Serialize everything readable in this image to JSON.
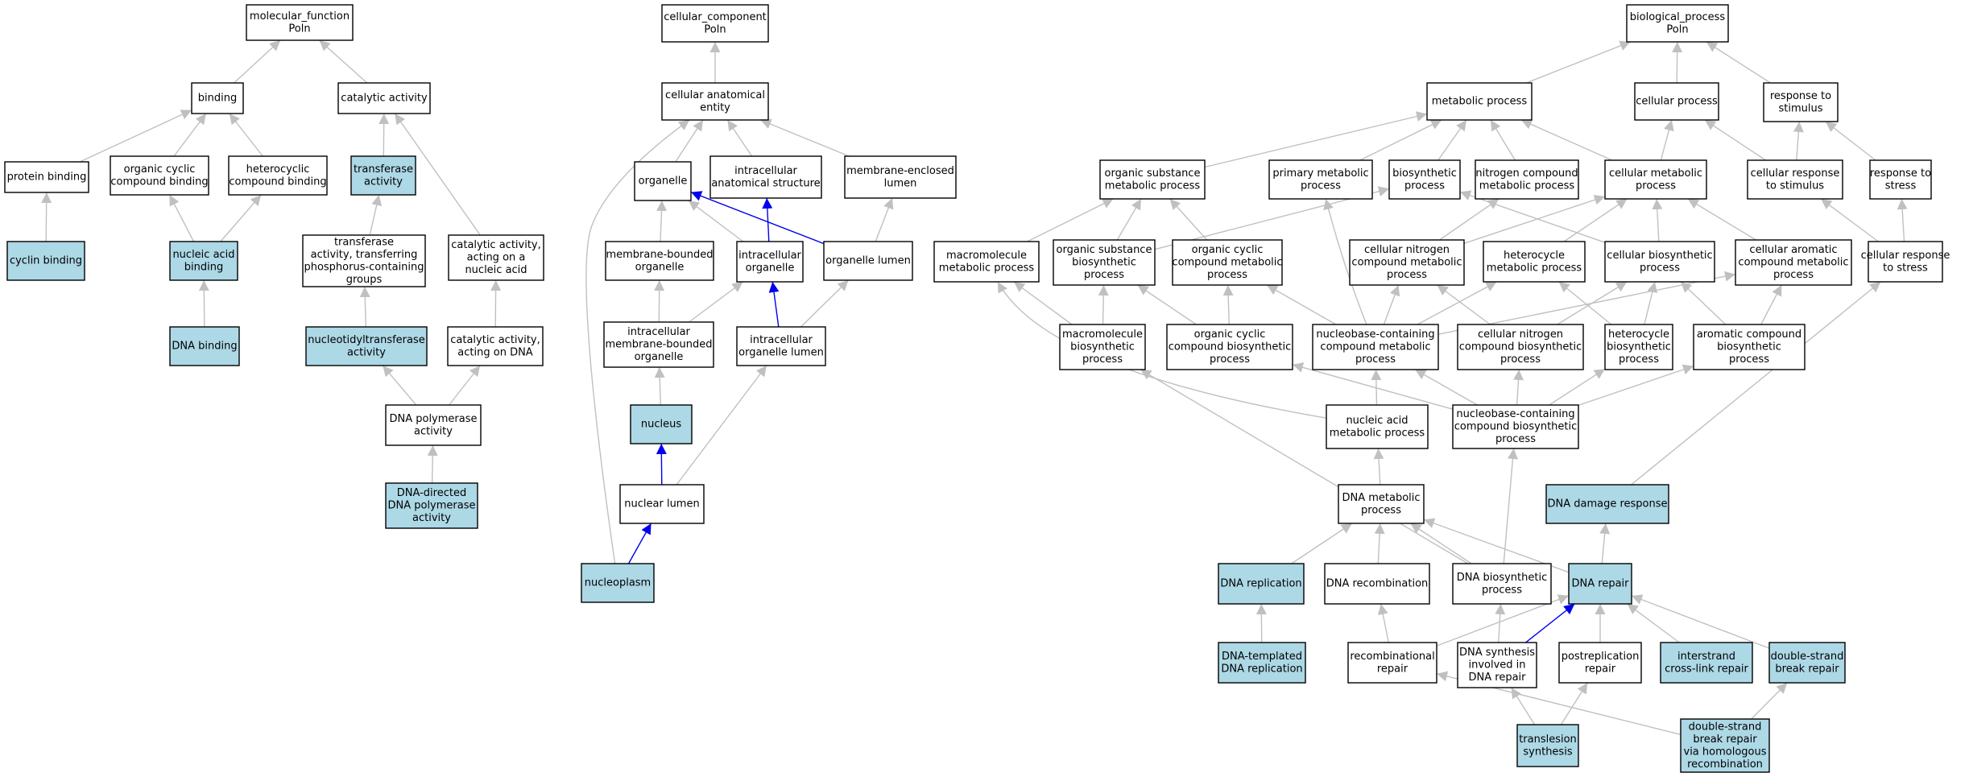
{
  "colors": {
    "background": "#ffffff",
    "node_default": "#ffffff",
    "node_highlight": "#add8e6",
    "edge_default": "#c0c0c0",
    "edge_highlight": "#0000ee",
    "node_border": "#000000"
  },
  "nodes": [
    {
      "id": "mf",
      "lines": [
        "molecular_function",
        "Poln"
      ],
      "hl": false
    },
    {
      "id": "binding",
      "lines": [
        "binding"
      ],
      "hl": false
    },
    {
      "id": "catact",
      "lines": [
        "catalytic activity"
      ],
      "hl": false
    },
    {
      "id": "protbind",
      "lines": [
        "protein binding"
      ],
      "hl": false
    },
    {
      "id": "orgcycbind",
      "lines": [
        "organic cyclic",
        "compound binding"
      ],
      "hl": false
    },
    {
      "id": "hetcycbind",
      "lines": [
        "heterocyclic",
        "compound binding"
      ],
      "hl": false
    },
    {
      "id": "transfact",
      "lines": [
        "transferase",
        "activity"
      ],
      "hl": true
    },
    {
      "id": "cyclinbind",
      "lines": [
        "cyclin binding"
      ],
      "hl": true
    },
    {
      "id": "nucacidbind",
      "lines": [
        "nucleic acid",
        "binding"
      ],
      "hl": true
    },
    {
      "id": "transphos",
      "lines": [
        "transferase",
        "activity, transferring",
        "phosphorus-containing",
        "groups"
      ],
      "hl": false
    },
    {
      "id": "catnuc",
      "lines": [
        "catalytic activity,",
        "acting on a",
        "nucleic acid"
      ],
      "hl": false
    },
    {
      "id": "dnabind",
      "lines": [
        "DNA binding"
      ],
      "hl": true
    },
    {
      "id": "nucltrans",
      "lines": [
        "nucleotidyltransferase",
        "activity"
      ],
      "hl": true
    },
    {
      "id": "catdna",
      "lines": [
        "catalytic activity,",
        "acting on DNA"
      ],
      "hl": false
    },
    {
      "id": "dnapol",
      "lines": [
        "DNA polymerase",
        "activity"
      ],
      "hl": false
    },
    {
      "id": "dnadirpol",
      "lines": [
        "DNA-directed",
        "DNA polymerase",
        "activity"
      ],
      "hl": true
    },
    {
      "id": "cc",
      "lines": [
        "cellular_component",
        "Poln"
      ],
      "hl": false
    },
    {
      "id": "cellanat",
      "lines": [
        "cellular anatomical",
        "entity"
      ],
      "hl": false
    },
    {
      "id": "organelle",
      "lines": [
        "organelle"
      ],
      "hl": false
    },
    {
      "id": "intraanat",
      "lines": [
        "intracellular",
        "anatomical structure"
      ],
      "hl": false
    },
    {
      "id": "memencl",
      "lines": [
        "membrane-enclosed",
        "lumen"
      ],
      "hl": false
    },
    {
      "id": "membbound",
      "lines": [
        "membrane-bounded",
        "organelle"
      ],
      "hl": false
    },
    {
      "id": "intraorg",
      "lines": [
        "intracellular",
        "organelle"
      ],
      "hl": false
    },
    {
      "id": "orglumen",
      "lines": [
        "organelle lumen"
      ],
      "hl": false
    },
    {
      "id": "intramemb",
      "lines": [
        "intracellular",
        "membrane-bounded",
        "organelle"
      ],
      "hl": false
    },
    {
      "id": "intraorglumen",
      "lines": [
        "intracellular",
        "organelle lumen"
      ],
      "hl": false
    },
    {
      "id": "nucleus",
      "lines": [
        "nucleus"
      ],
      "hl": true
    },
    {
      "id": "nuclumen",
      "lines": [
        "nuclear lumen"
      ],
      "hl": false
    },
    {
      "id": "nucleoplasm",
      "lines": [
        "nucleoplasm"
      ],
      "hl": true
    },
    {
      "id": "bp",
      "lines": [
        "biological_process",
        "Poln"
      ],
      "hl": false
    },
    {
      "id": "metproc",
      "lines": [
        "metabolic process"
      ],
      "hl": false
    },
    {
      "id": "cellproc",
      "lines": [
        "cellular process"
      ],
      "hl": false
    },
    {
      "id": "respstim",
      "lines": [
        "response to",
        "stimulus"
      ],
      "hl": false
    },
    {
      "id": "orgsubmet",
      "lines": [
        "organic substance",
        "metabolic process"
      ],
      "hl": false
    },
    {
      "id": "primmet",
      "lines": [
        "primary metabolic",
        "process"
      ],
      "hl": false
    },
    {
      "id": "biosyn",
      "lines": [
        "biosynthetic",
        "process"
      ],
      "hl": false
    },
    {
      "id": "nitromet",
      "lines": [
        "nitrogen compound",
        "metabolic process"
      ],
      "hl": false
    },
    {
      "id": "cellmet",
      "lines": [
        "cellular metabolic",
        "process"
      ],
      "hl": false
    },
    {
      "id": "cellresp",
      "lines": [
        "cellular response",
        "to stimulus"
      ],
      "hl": false
    },
    {
      "id": "respstress",
      "lines": [
        "response to",
        "stress"
      ],
      "hl": false
    },
    {
      "id": "macromet",
      "lines": [
        "macromolecule",
        "metabolic process"
      ],
      "hl": false
    },
    {
      "id": "orgsubbio",
      "lines": [
        "organic substance",
        "biosynthetic",
        "process"
      ],
      "hl": false
    },
    {
      "id": "orgcycmet",
      "lines": [
        "organic cyclic",
        "compound metabolic",
        "process"
      ],
      "hl": false
    },
    {
      "id": "cellnitromet",
      "lines": [
        "cellular nitrogen",
        "compound metabolic",
        "process"
      ],
      "hl": false
    },
    {
      "id": "hetcycmet",
      "lines": [
        "heterocycle",
        "metabolic process"
      ],
      "hl": false
    },
    {
      "id": "cellbio",
      "lines": [
        "cellular biosynthetic",
        "process"
      ],
      "hl": false
    },
    {
      "id": "cellarom",
      "lines": [
        "cellular aromatic",
        "compound metabolic",
        "process"
      ],
      "hl": false
    },
    {
      "id": "cellrespstress",
      "lines": [
        "cellular response",
        "to stress"
      ],
      "hl": false
    },
    {
      "id": "macrobio",
      "lines": [
        "macromolecule",
        "biosynthetic",
        "process"
      ],
      "hl": false
    },
    {
      "id": "orgcycbio",
      "lines": [
        "organic cyclic",
        "compound biosynthetic",
        "process"
      ],
      "hl": false
    },
    {
      "id": "nucbasemet",
      "lines": [
        "nucleobase-containing",
        "compound metabolic",
        "process"
      ],
      "hl": false
    },
    {
      "id": "cellnitrobio",
      "lines": [
        "cellular nitrogen",
        "compound biosynthetic",
        "process"
      ],
      "hl": false
    },
    {
      "id": "hetcycbio",
      "lines": [
        "heterocycle",
        "biosynthetic",
        "process"
      ],
      "hl": false
    },
    {
      "id": "arombio",
      "lines": [
        "aromatic compound",
        "biosynthetic",
        "process"
      ],
      "hl": false
    },
    {
      "id": "nucacidmet",
      "lines": [
        "nucleic acid",
        "metabolic process"
      ],
      "hl": false
    },
    {
      "id": "nucbasebio",
      "lines": [
        "nucleobase-containing",
        "compound biosynthetic",
        "process"
      ],
      "hl": false
    },
    {
      "id": "dnamet",
      "lines": [
        "DNA metabolic",
        "process"
      ],
      "hl": false
    },
    {
      "id": "dnadamage",
      "lines": [
        "DNA damage response"
      ],
      "hl": true
    },
    {
      "id": "dnarepl",
      "lines": [
        "DNA replication"
      ],
      "hl": true
    },
    {
      "id": "dnarecomb",
      "lines": [
        "DNA recombination"
      ],
      "hl": false
    },
    {
      "id": "dnabio",
      "lines": [
        "DNA biosynthetic",
        "process"
      ],
      "hl": false
    },
    {
      "id": "dnarepair",
      "lines": [
        "DNA repair"
      ],
      "hl": true
    },
    {
      "id": "dnatempl",
      "lines": [
        "DNA-templated",
        "DNA replication"
      ],
      "hl": true
    },
    {
      "id": "recombrepair",
      "lines": [
        "recombinational",
        "repair"
      ],
      "hl": false
    },
    {
      "id": "dnasynth",
      "lines": [
        "DNA synthesis",
        "involved in",
        "DNA repair"
      ],
      "hl": false
    },
    {
      "id": "postrepl",
      "lines": [
        "postreplication",
        "repair"
      ],
      "hl": false
    },
    {
      "id": "interstrand",
      "lines": [
        "interstrand",
        "cross-link repair"
      ],
      "hl": true
    },
    {
      "id": "dsbrepair",
      "lines": [
        "double-strand",
        "break repair"
      ],
      "hl": true
    },
    {
      "id": "translesion",
      "lines": [
        "translesion",
        "synthesis"
      ],
      "hl": true
    },
    {
      "id": "dsbhomol",
      "lines": [
        "double-strand",
        "break repair",
        "via homologous",
        "recombination"
      ],
      "hl": true
    }
  ],
  "edges": [
    {
      "from": "binding",
      "to": "mf",
      "hl": false
    },
    {
      "from": "catact",
      "to": "mf",
      "hl": false
    },
    {
      "from": "protbind",
      "to": "binding",
      "hl": false
    },
    {
      "from": "orgcycbind",
      "to": "binding",
      "hl": false
    },
    {
      "from": "hetcycbind",
      "to": "binding",
      "hl": false
    },
    {
      "from": "transfact",
      "to": "catact",
      "hl": false
    },
    {
      "from": "catnuc",
      "to": "catact",
      "hl": false
    },
    {
      "from": "cyclinbind",
      "to": "protbind",
      "hl": false
    },
    {
      "from": "nucacidbind",
      "to": "orgcycbind",
      "hl": false
    },
    {
      "from": "nucacidbind",
      "to": "hetcycbind",
      "hl": false
    },
    {
      "from": "transphos",
      "to": "transfact",
      "hl": false
    },
    {
      "from": "dnabind",
      "to": "nucacidbind",
      "hl": false
    },
    {
      "from": "nucltrans",
      "to": "transphos",
      "hl": false
    },
    {
      "from": "catdna",
      "to": "catnuc",
      "hl": false
    },
    {
      "from": "dnapol",
      "to": "nucltrans",
      "hl": false
    },
    {
      "from": "dnapol",
      "to": "catdna",
      "hl": false
    },
    {
      "from": "dnadirpol",
      "to": "dnapol",
      "hl": false
    },
    {
      "from": "cellanat",
      "to": "cc",
      "hl": false
    },
    {
      "from": "organelle",
      "to": "cellanat",
      "hl": false
    },
    {
      "from": "intraanat",
      "to": "cellanat",
      "hl": false
    },
    {
      "from": "memencl",
      "to": "cellanat",
      "hl": false
    },
    {
      "from": "nucleoplasm",
      "to": "cellanat",
      "hl": false,
      "via": [
        [
          712,
          340
        ],
        [
          758,
          220
        ]
      ]
    },
    {
      "from": "membbound",
      "to": "organelle",
      "hl": false
    },
    {
      "from": "intraorg",
      "to": "organelle",
      "hl": false
    },
    {
      "from": "orglumen",
      "to": "organelle",
      "hl": true
    },
    {
      "from": "intraorg",
      "to": "intraanat",
      "hl": true
    },
    {
      "from": "orglumen",
      "to": "memencl",
      "hl": false
    },
    {
      "from": "intramemb",
      "to": "membbound",
      "hl": false
    },
    {
      "from": "intramemb",
      "to": "intraorg",
      "hl": false
    },
    {
      "from": "intraorglumen",
      "to": "intraorg",
      "hl": true
    },
    {
      "from": "intraorglumen",
      "to": "orglumen",
      "hl": false
    },
    {
      "from": "nucleus",
      "to": "intramemb",
      "hl": false
    },
    {
      "from": "nuclumen",
      "to": "nucleus",
      "hl": true
    },
    {
      "from": "nuclumen",
      "to": "intraorglumen",
      "hl": false
    },
    {
      "from": "nucleoplasm",
      "to": "nuclumen",
      "hl": true
    },
    {
      "from": "metproc",
      "to": "bp",
      "hl": false
    },
    {
      "from": "cellproc",
      "to": "bp",
      "hl": false
    },
    {
      "from": "respstim",
      "to": "bp",
      "hl": false
    },
    {
      "from": "orgsubmet",
      "to": "metproc",
      "hl": false
    },
    {
      "from": "primmet",
      "to": "metproc",
      "hl": false
    },
    {
      "from": "biosyn",
      "to": "metproc",
      "hl": false
    },
    {
      "from": "nitromet",
      "to": "metproc",
      "hl": false
    },
    {
      "from": "cellmet",
      "to": "metproc",
      "hl": false
    },
    {
      "from": "cellmet",
      "to": "cellproc",
      "hl": false
    },
    {
      "from": "cellresp",
      "to": "cellproc",
      "hl": false
    },
    {
      "from": "cellresp",
      "to": "respstim",
      "hl": false
    },
    {
      "from": "respstress",
      "to": "respstim",
      "hl": false
    },
    {
      "from": "macromet",
      "to": "orgsubmet",
      "hl": false
    },
    {
      "from": "orgsubbio",
      "to": "orgsubmet",
      "hl": false
    },
    {
      "from": "orgcycmet",
      "to": "orgsubmet",
      "hl": false
    },
    {
      "from": "orgsubbio",
      "to": "biosyn",
      "hl": false
    },
    {
      "from": "cellbio",
      "to": "biosyn",
      "hl": false
    },
    {
      "from": "cellnitromet",
      "to": "nitromet",
      "hl": false
    },
    {
      "from": "cellnitromet",
      "to": "cellmet",
      "hl": false
    },
    {
      "from": "hetcycmet",
      "to": "cellmet",
      "hl": false
    },
    {
      "from": "cellbio",
      "to": "cellmet",
      "hl": false
    },
    {
      "from": "cellarom",
      "to": "cellmet",
      "hl": false
    },
    {
      "from": "cellrespstress",
      "to": "cellresp",
      "hl": false
    },
    {
      "from": "cellrespstress",
      "to": "respstress",
      "hl": false
    },
    {
      "from": "macrobio",
      "to": "macromet",
      "hl": false
    },
    {
      "from": "macrobio",
      "to": "orgsubbio",
      "hl": false
    },
    {
      "from": "orgcycbio",
      "to": "orgsubbio",
      "hl": false
    },
    {
      "from": "orgcycbio",
      "to": "orgcycmet",
      "hl": false
    },
    {
      "from": "nucbasemet",
      "to": "orgcycmet",
      "hl": false
    },
    {
      "from": "nucbasemet",
      "to": "primmet",
      "hl": false,
      "via": [
        [
          1668,
          330
        ]
      ]
    },
    {
      "from": "nucbasemet",
      "to": "cellnitromet",
      "hl": false
    },
    {
      "from": "nucbasemet",
      "to": "hetcycmet",
      "hl": false
    },
    {
      "from": "nucbasemet",
      "to": "cellarom",
      "hl": false
    },
    {
      "from": "cellnitrobio",
      "to": "cellnitromet",
      "hl": false
    },
    {
      "from": "cellnitrobio",
      "to": "cellbio",
      "hl": false
    },
    {
      "from": "hetcycbio",
      "to": "hetcycmet",
      "hl": false
    },
    {
      "from": "hetcycbio",
      "to": "cellbio",
      "hl": false
    },
    {
      "from": "arombio",
      "to": "cellbio",
      "hl": false
    },
    {
      "from": "arombio",
      "to": "cellarom",
      "hl": false
    },
    {
      "from": "nucacidmet",
      "to": "nucbasemet",
      "hl": false
    },
    {
      "from": "nucacidmet",
      "to": "macromet",
      "hl": false,
      "via": [
        [
          1300,
          460
        ]
      ]
    },
    {
      "from": "nucbasebio",
      "to": "nucbasemet",
      "hl": false
    },
    {
      "from": "nucbasebio",
      "to": "orgcycbio",
      "hl": false
    },
    {
      "from": "nucbasebio",
      "to": "cellnitrobio",
      "hl": false
    },
    {
      "from": "nucbasebio",
      "to": "hetcycbio",
      "hl": false
    },
    {
      "from": "nucbasebio",
      "to": "arombio",
      "hl": false
    },
    {
      "from": "dnamet",
      "to": "nucacidmet",
      "hl": false
    },
    {
      "from": "dnarepl",
      "to": "dnamet",
      "hl": false
    },
    {
      "from": "dnarecomb",
      "to": "dnamet",
      "hl": false
    },
    {
      "from": "dnabio",
      "to": "dnamet",
      "hl": false
    },
    {
      "from": "dnarepair",
      "to": "dnamet",
      "hl": false
    },
    {
      "from": "dnabio",
      "to": "macrobio",
      "hl": false
    },
    {
      "from": "dnabio",
      "to": "nucbasebio",
      "hl": false
    },
    {
      "from": "dnarepair",
      "to": "dnadamage",
      "hl": false
    },
    {
      "from": "dnadamage",
      "to": "cellrespstress",
      "hl": false
    },
    {
      "from": "dnatempl",
      "to": "dnarepl",
      "hl": false
    },
    {
      "from": "recombrepair",
      "to": "dnarecomb",
      "hl": false
    },
    {
      "from": "recombrepair",
      "to": "dnarepair",
      "hl": false
    },
    {
      "from": "dnasynth",
      "to": "dnabio",
      "hl": false
    },
    {
      "from": "dnasynth",
      "to": "dnarepair",
      "hl": true
    },
    {
      "from": "postrepl",
      "to": "dnarepair",
      "hl": false
    },
    {
      "from": "interstrand",
      "to": "dnarepair",
      "hl": false
    },
    {
      "from": "dsbrepair",
      "to": "dnarepair",
      "hl": false
    },
    {
      "from": "translesion",
      "to": "dnasynth",
      "hl": false
    },
    {
      "from": "translesion",
      "to": "postrepl",
      "hl": false
    },
    {
      "from": "dsbhomol",
      "to": "recombrepair",
      "hl": false
    },
    {
      "from": "dsbhomol",
      "to": "dsbrepair",
      "hl": false
    }
  ]
}
